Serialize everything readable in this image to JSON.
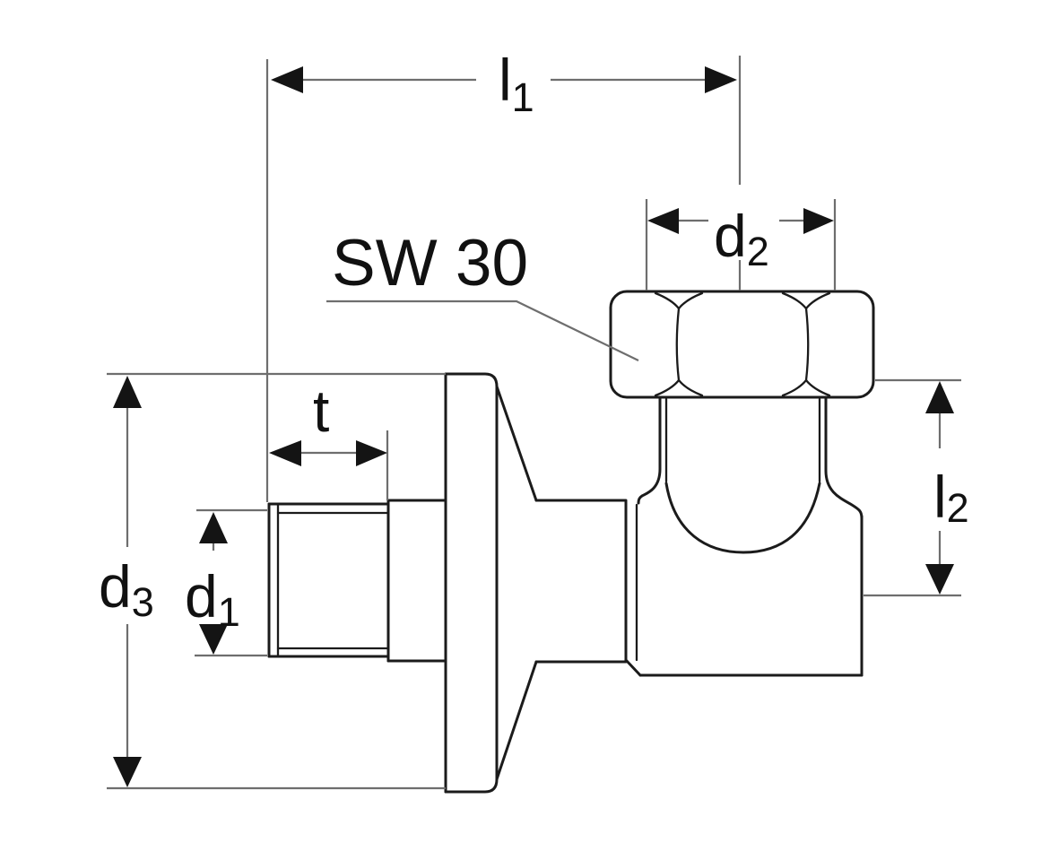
{
  "drawing": {
    "background": "#ffffff",
    "colors": {
      "outline": "#1b1b1b",
      "dimension": "#6e6e6e",
      "arrow": "#141414",
      "text": "#111111"
    },
    "callout": {
      "wrench_size_label": "SW 30"
    },
    "dimensions": {
      "l1": {
        "base": "l",
        "sub": "1"
      },
      "d2": {
        "base": "d",
        "sub": "2"
      },
      "t": {
        "base": "t"
      },
      "d1": {
        "base": "d",
        "sub": "1"
      },
      "d3": {
        "base": "d",
        "sub": "3"
      },
      "l2": {
        "base": "l",
        "sub": "2"
      }
    }
  }
}
